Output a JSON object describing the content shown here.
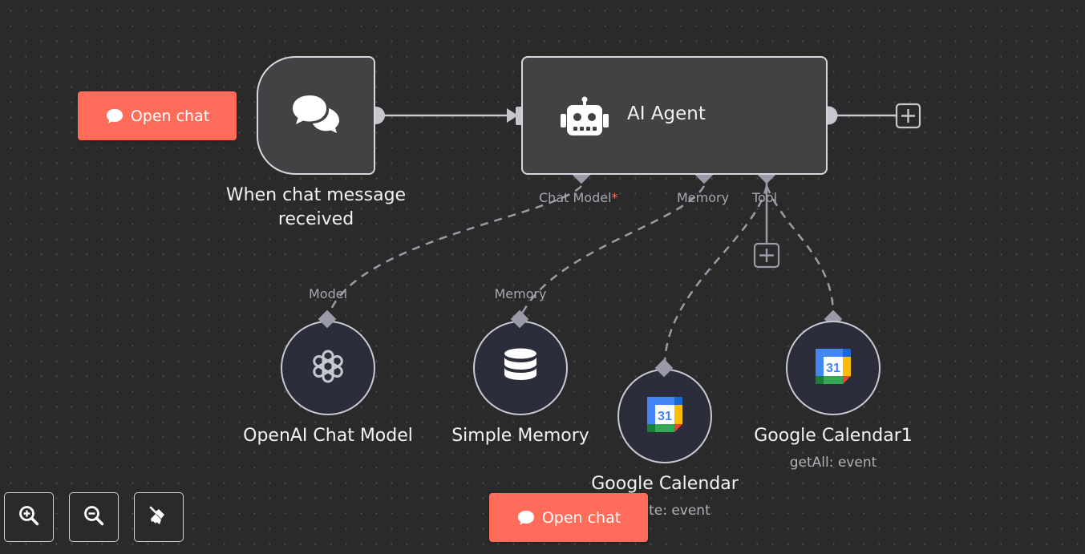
{
  "canvas": {
    "background_color": "#2a2a2a",
    "dot_color": "#4e4e4e",
    "accent_color": "#ff6d5a"
  },
  "buttons": {
    "open_chat_top": "Open chat",
    "open_chat_bottom": "Open chat"
  },
  "nodes": {
    "trigger": {
      "title_line1": "When chat message",
      "title_line2": "received",
      "icon": "chat-bubbles-icon"
    },
    "agent": {
      "title": "AI Agent",
      "icon": "robot-icon",
      "ports": {
        "chat_model": "Chat Model",
        "chat_model_required": "*",
        "memory": "Memory",
        "tool": "Tool"
      }
    },
    "openai": {
      "title": "OpenAI Chat Model",
      "port_label": "Model",
      "icon": "openai-icon"
    },
    "memory": {
      "title": "Simple Memory",
      "port_label": "Memory",
      "icon": "database-icon"
    },
    "gcal": {
      "title": "Google Calendar",
      "subtitle": "create: event",
      "icon": "google-calendar-icon",
      "icon_text": "31"
    },
    "gcal1": {
      "title": "Google Calendar1",
      "subtitle": "getAll: event",
      "icon": "google-calendar-icon",
      "icon_text": "31"
    }
  },
  "controls": {
    "zoom_in": "zoom-in-icon",
    "zoom_out": "zoom-out-icon",
    "tidy_up": "broom-icon"
  }
}
